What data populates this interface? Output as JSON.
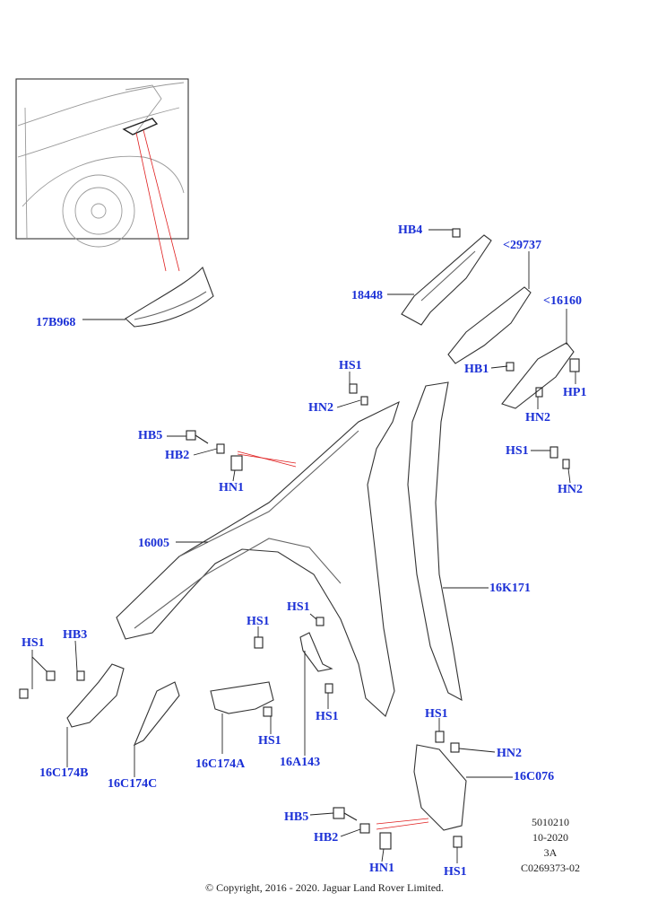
{
  "callouts": {
    "c17B968": "17B968",
    "cHB4": "HB4",
    "c29737": "<29737",
    "c18448": "18448",
    "c16160": "<16160",
    "cHB1": "HB1",
    "cHP1": "HP1",
    "cHN2a": "HN2",
    "cHS1a": "HS1",
    "cHN2b": "HN2",
    "cHS1b": "HS1",
    "cHN2c": "HN2",
    "cHB5a": "HB5",
    "cHB2a": "HB2",
    "cHN1a": "HN1",
    "c16005": "16005",
    "c16K171": "16K171",
    "cHS1c": "HS1",
    "cHB3": "HB3",
    "cHS1d": "HS1",
    "cHS1e": "HS1",
    "c16C174B": "16C174B",
    "c16C174C": "16C174C",
    "c16C174A": "16C174A",
    "cHS1f": "HS1",
    "c16A143": "16A143",
    "cHS1g": "HS1",
    "cHS1h": "HS1",
    "cHN2d": "HN2",
    "c16C076": "16C076",
    "cHB5b": "HB5",
    "cHB2b": "HB2",
    "cHN1b": "HN1",
    "cHS1i": "HS1"
  },
  "reference": {
    "line1": "5010210",
    "line2": "10-2020",
    "line3": "3A",
    "line4": "C0269373-02"
  },
  "copyright": "© Copyright, 2016 - 2020. Jaguar Land Rover Limited."
}
